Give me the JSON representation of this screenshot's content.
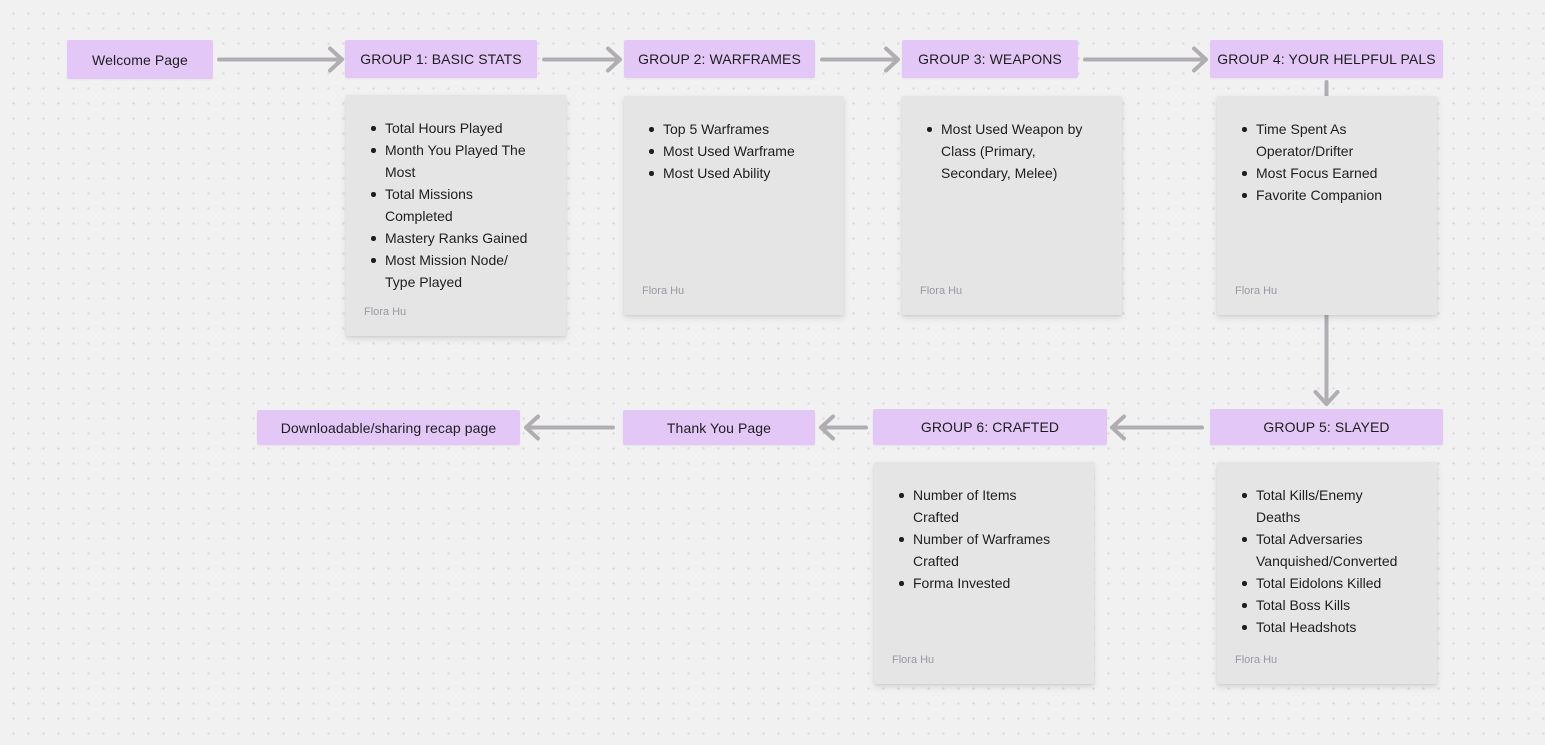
{
  "colors": {
    "canvas_bg": "#f2f1f2",
    "dot": "#d7d5d8",
    "node_fill": "#e3c7f7",
    "sticky_fill": "#e6e5e6",
    "arrow": "#b1aeb3",
    "text": "#1e1e1e",
    "author": "#9a98a0"
  },
  "flow_nodes": [
    {
      "id": "welcome",
      "label": "Welcome Page"
    },
    {
      "id": "group1",
      "label": "GROUP 1: BASIC STATS"
    },
    {
      "id": "group2",
      "label": "GROUP 2: WARFRAMES"
    },
    {
      "id": "group3",
      "label": "GROUP 3: WEAPONS"
    },
    {
      "id": "group4",
      "label": "GROUP 4: YOUR HELPFUL PALS"
    },
    {
      "id": "group5",
      "label": "GROUP 5: SLAYED"
    },
    {
      "id": "group6",
      "label": "GROUP 6: CRAFTED"
    },
    {
      "id": "thankyou",
      "label": "Thank You Page"
    },
    {
      "id": "recap",
      "label": "Downloadable/sharing recap page"
    }
  ],
  "stickies": [
    {
      "for": "group1",
      "items": [
        "Total Hours Played",
        "Month You Played The\nMost",
        "Total Missions\nCompleted",
        "Mastery Ranks Gained",
        "Most Mission Node/\nType Played"
      ],
      "author": "Flora Hu"
    },
    {
      "for": "group2",
      "items": [
        "Top 5 Warframes",
        "Most Used Warframe",
        "Most Used Ability"
      ],
      "author": "Flora Hu"
    },
    {
      "for": "group3",
      "items": [
        "Most Used Weapon by\nClass (Primary,\nSecondary, Melee)"
      ],
      "author": "Flora Hu"
    },
    {
      "for": "group4",
      "items": [
        "Time Spent As\nOperator/Drifter",
        "Most Focus Earned",
        "Favorite Companion"
      ],
      "author": "Flora Hu"
    },
    {
      "for": "group5",
      "items": [
        "Total Kills/Enemy\nDeaths",
        "Total Adversaries\nVanquished/Converted",
        "Total Eidolons Killed",
        "Total Boss Kills",
        "Total Headshots"
      ],
      "author": "Flora Hu"
    },
    {
      "for": "group6",
      "items": [
        "Number of Items\nCrafted",
        "Number of Warframes\nCrafted",
        "Forma Invested"
      ],
      "author": "Flora Hu"
    }
  ],
  "connections": [
    {
      "from": "welcome",
      "to": "group1",
      "direction": "right"
    },
    {
      "from": "group1",
      "to": "group2",
      "direction": "right"
    },
    {
      "from": "group2",
      "to": "group3",
      "direction": "right"
    },
    {
      "from": "group3",
      "to": "group4",
      "direction": "right"
    },
    {
      "from": "group4",
      "to": "group5",
      "direction": "down"
    },
    {
      "from": "group5",
      "to": "group6",
      "direction": "left"
    },
    {
      "from": "group6",
      "to": "thankyou",
      "direction": "left"
    },
    {
      "from": "thankyou",
      "to": "recap",
      "direction": "left"
    }
  ]
}
